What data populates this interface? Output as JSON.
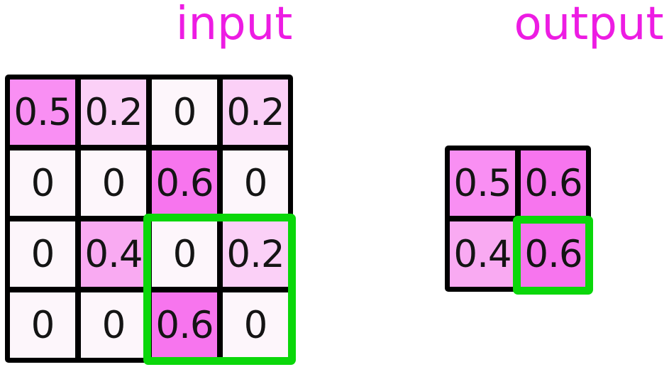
{
  "diagram": {
    "input": {
      "title": "input",
      "rows": [
        [
          "0.5",
          "0.2",
          "0",
          "0.2"
        ],
        [
          "0",
          "0",
          "0.6",
          "0"
        ],
        [
          "0",
          "0.4",
          "0",
          "0.2"
        ],
        [
          "0",
          "0",
          "0.6",
          "0"
        ]
      ],
      "highlight_region": {
        "row_start": 3,
        "row_end": 4,
        "col_start": 3,
        "col_end": 4
      }
    },
    "output": {
      "title": "output",
      "rows": [
        [
          "0.5",
          "0.6"
        ],
        [
          "0.4",
          "0.6"
        ]
      ],
      "highlight_cell": {
        "row": 2,
        "col": 2
      }
    }
  },
  "colors": {
    "title_text": "#ed1ce3",
    "highlight_green": "#0ad70a",
    "grid_lines": "#000000",
    "cell_text": "#141414",
    "value_fill": {
      "0": "#fdf6fb",
      "0.2": "#fbd0f7",
      "0.4": "#f9aaf2",
      "0.5": "#f98ff3",
      "0.6": "#f775ee"
    }
  }
}
